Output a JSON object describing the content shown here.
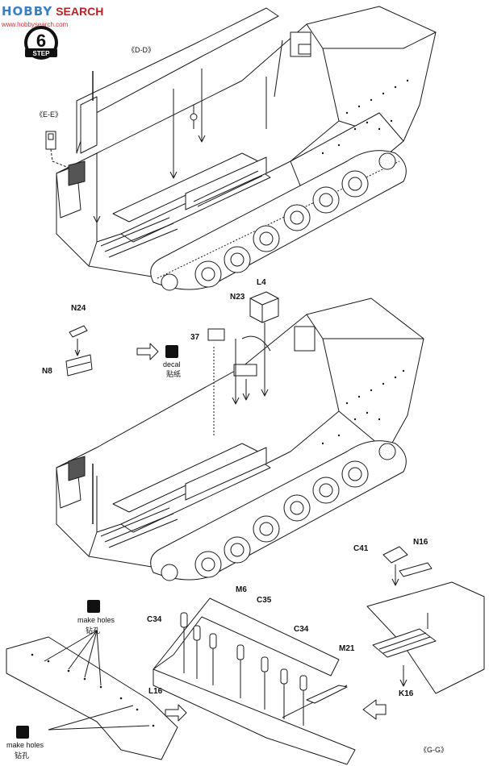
{
  "watermark": {
    "logo": "HOBBY",
    "text": "SEARCH",
    "url": "www.hobbysearch.com"
  },
  "step": {
    "label": "STEP",
    "number": "6"
  },
  "labels": {
    "dd": "《D-D》",
    "ee": "《E-E》",
    "n24": "N24",
    "n8": "N8",
    "n23": "N23",
    "l4": "L4",
    "p37": "37",
    "decal_en": "decal",
    "decal_cn": "贴纸",
    "c41": "C41",
    "n16": "N16",
    "k16": "K16",
    "m6": "M6",
    "c35": "C35",
    "c34a": "C34",
    "c34b": "C34",
    "m21": "M21",
    "l16": "L16",
    "holes1_en": "make holes",
    "holes1_cn": "钻孔",
    "holes2_en": "make holes",
    "holes2_cn": "钻孔",
    "gg": "《G-G》"
  },
  "colors": {
    "line": "#1a1a1a",
    "watermark_blue": "#3a7fc4",
    "watermark_red": "#b22222"
  }
}
